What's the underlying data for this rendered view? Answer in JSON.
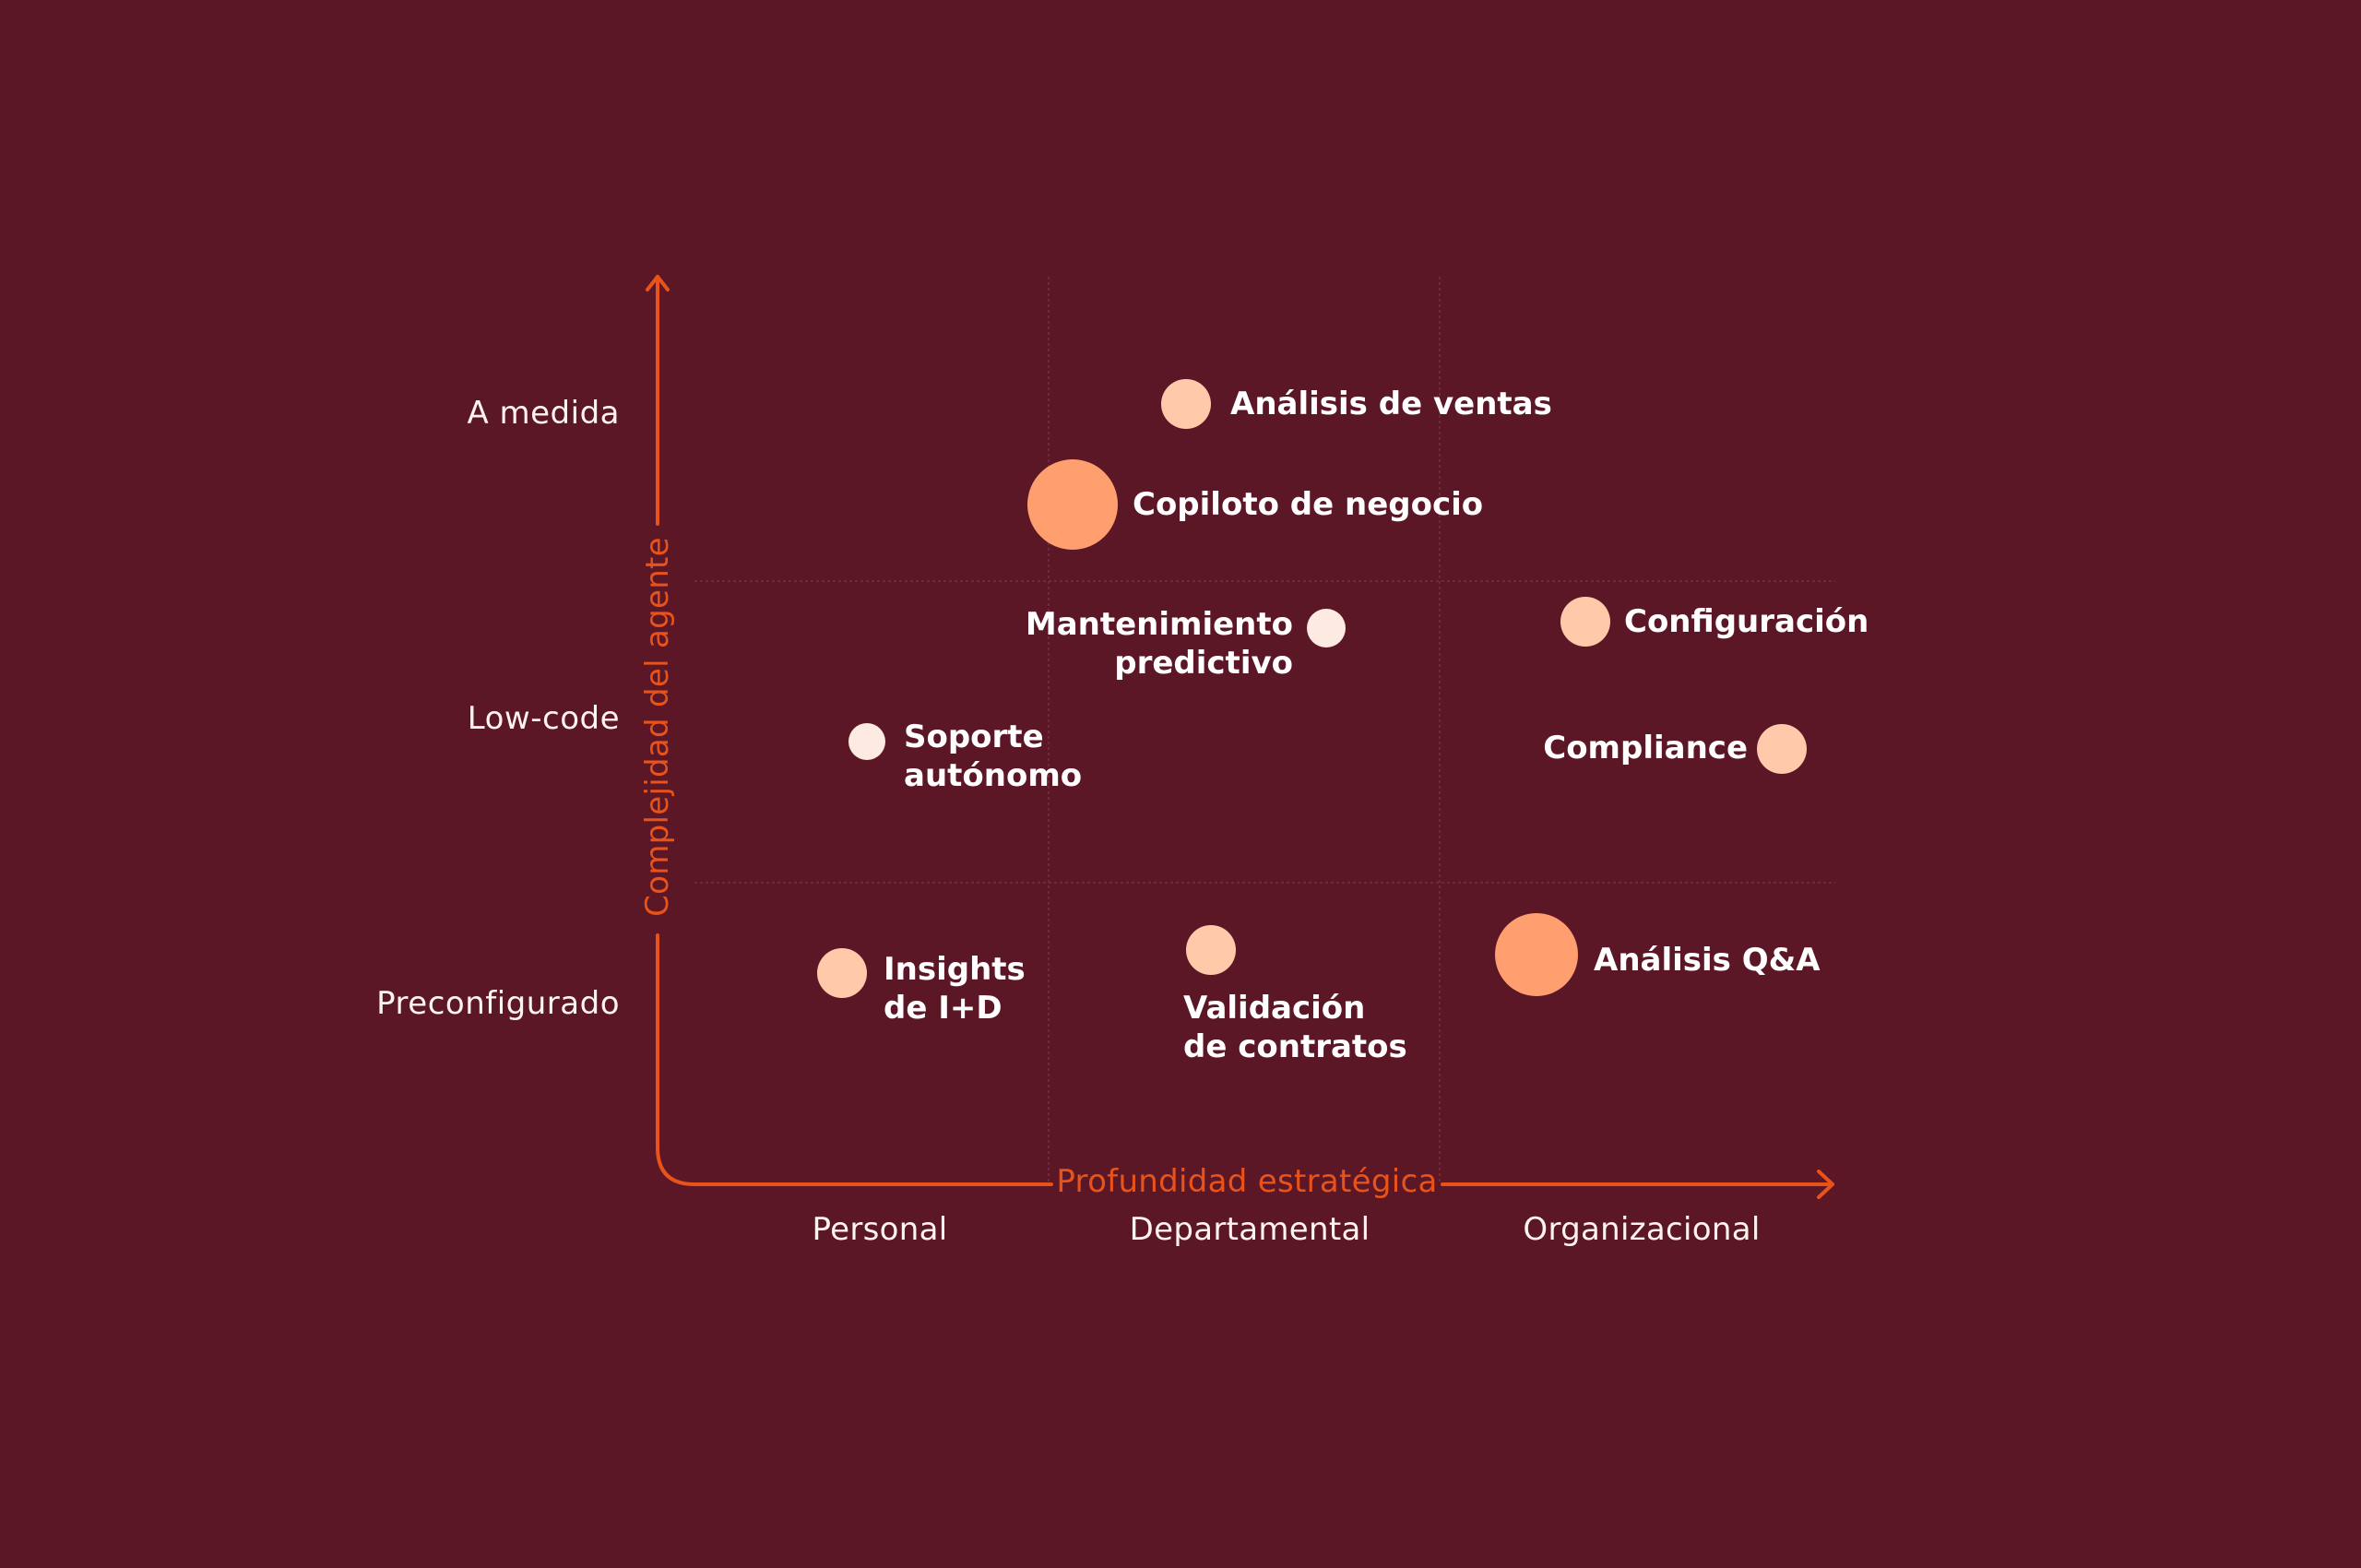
{
  "colors": {
    "background": "#5C1727",
    "axis": "#E8531A",
    "gridline": "#6E2A38",
    "tick_text": "#FFF3EE",
    "label_text": "#FFFFFF",
    "bubble_large": "#FF9E6E",
    "bubble_medium": "#FFC9AA",
    "bubble_small": "#FDEAE0"
  },
  "axes": {
    "x_title": "Profundidad estratégica",
    "y_title": "Complejidad del agente",
    "x_ticks": [
      "Personal",
      "Departamental",
      "Organizacional"
    ],
    "y_ticks": [
      "A medida",
      "Low-code",
      "Preconfigurado"
    ]
  },
  "points": [
    {
      "id": "analisis-ventas",
      "line1": "Análisis de ventas",
      "line2": ""
    },
    {
      "id": "copiloto-negocio",
      "line1": "Copiloto de negocio",
      "line2": ""
    },
    {
      "id": "mantenimiento",
      "line1": "Mantenimiento",
      "line2": "predictivo"
    },
    {
      "id": "configuracion",
      "line1": "Configuración",
      "line2": ""
    },
    {
      "id": "soporte",
      "line1": "Soporte",
      "line2": "autónomo"
    },
    {
      "id": "compliance",
      "line1": "Compliance",
      "line2": ""
    },
    {
      "id": "insights",
      "line1": "Insights",
      "line2": "de I+D"
    },
    {
      "id": "validacion",
      "line1": "Validación",
      "line2": "de contratos"
    },
    {
      "id": "analisis-qa",
      "line1": "Análisis Q&A",
      "line2": ""
    }
  ],
  "chart_data": {
    "type": "scatter",
    "title": "",
    "xlabel": "Profundidad estratégica",
    "ylabel": "Complejidad del agente",
    "x_categories": [
      "Personal",
      "Departamental",
      "Organizacional"
    ],
    "y_categories": [
      "Preconfigurado",
      "Low-code",
      "A medida"
    ],
    "grid": true,
    "legend": null,
    "note": "Bubble chart (quadrant matrix). x/y are continuous positions in category units: 0-1 Personal, 1-2 Departamental, 2-3 Organizacional; 0-1 Preconfigurado, 1-2 Low-code, 2-3 A medida. size = relative bubble size (small/medium/large).",
    "points": [
      {
        "label": "Análisis de ventas",
        "x": 1.35,
        "y": 2.55,
        "size": "medium"
      },
      {
        "label": "Copiloto de negocio",
        "x": 1.05,
        "y": 2.25,
        "size": "large"
      },
      {
        "label": "Mantenimiento predictivo",
        "x": 1.7,
        "y": 1.85,
        "size": "small"
      },
      {
        "label": "Configuración",
        "x": 2.4,
        "y": 1.85,
        "size": "medium"
      },
      {
        "label": "Soporte autónomo",
        "x": 0.45,
        "y": 1.5,
        "size": "small"
      },
      {
        "label": "Compliance",
        "x": 2.9,
        "y": 1.45,
        "size": "medium"
      },
      {
        "label": "Insights de I+D",
        "x": 0.4,
        "y": 0.7,
        "size": "medium"
      },
      {
        "label": "Validación de contratos",
        "x": 1.4,
        "y": 0.75,
        "size": "medium"
      },
      {
        "label": "Análisis Q&A",
        "x": 2.25,
        "y": 0.75,
        "size": "large"
      }
    ]
  }
}
